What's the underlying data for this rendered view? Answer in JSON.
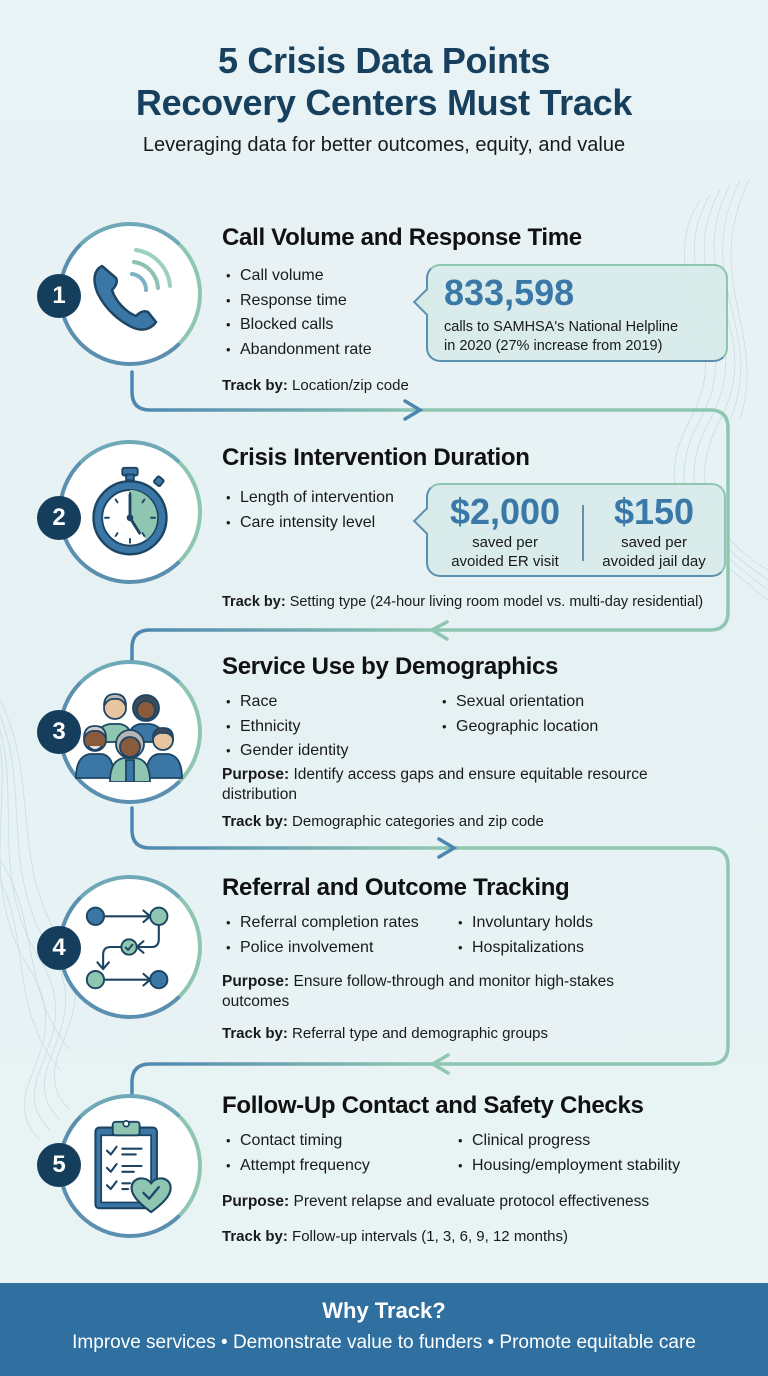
{
  "header": {
    "title_line1": "5 Crisis Data Points",
    "title_line2": "Recovery Centers Must Track",
    "subtitle": "Leveraging data for better outcomes, equity, and value"
  },
  "colors": {
    "navy": "#153d5c",
    "title": "#17405e",
    "blue": "#3a78a8",
    "teal": "#8fc6b1",
    "footer_bg": "#2f70a1",
    "background": "#e8f2f4"
  },
  "sections": [
    {
      "number": "1",
      "icon": "phone-icon",
      "title": "Call Volume and Response Time",
      "bullets": [
        "Call volume",
        "Response time",
        "Blocked calls",
        "Abandonment rate"
      ],
      "track_label": "Track by:",
      "track_value": " Location/zip code",
      "stat": {
        "value": "833,598",
        "caption_line1": "calls to SAMHSA's National Helpline",
        "caption_line2": "in 2020 (27% increase from 2019)"
      }
    },
    {
      "number": "2",
      "icon": "stopwatch-icon",
      "title": "Crisis Intervention Duration",
      "bullets": [
        "Length of intervention",
        "Care intensity level"
      ],
      "track_label": "Track by:",
      "track_value": " Setting type (24-hour living room model vs. multi-day residential)",
      "stats": [
        {
          "value": "$2,000",
          "caption_line1": "saved per",
          "caption_line2": "avoided ER visit"
        },
        {
          "value": "$150",
          "caption_line1": "saved per",
          "caption_line2": "avoided jail day"
        }
      ]
    },
    {
      "number": "3",
      "icon": "people-group-icon",
      "title": "Service Use by Demographics",
      "bullets_left": [
        "Race",
        "Ethnicity",
        "Gender identity"
      ],
      "bullets_right": [
        "Sexual orientation",
        "Geographic location"
      ],
      "purpose_label": "Purpose:",
      "purpose_value": " Identify access gaps and ensure equitable resource distribution",
      "track_label": "Track by:",
      "track_value": " Demographic categories and zip code"
    },
    {
      "number": "4",
      "icon": "referral-flow-icon",
      "title": "Referral and Outcome Tracking",
      "bullets_left": [
        "Referral completion rates",
        "Police involvement"
      ],
      "bullets_right": [
        "Involuntary holds",
        "Hospitalizations"
      ],
      "purpose_label": "Purpose:",
      "purpose_value": " Ensure follow-through and monitor high-stakes outcomes",
      "track_label": "Track by:",
      "track_value": " Referral type and demographic groups"
    },
    {
      "number": "5",
      "icon": "clipboard-heart-icon",
      "title": "Follow-Up Contact and Safety Checks",
      "bullets_left": [
        "Contact timing",
        "Attempt frequency"
      ],
      "bullets_right": [
        "Clinical progress",
        "Housing/employment stability"
      ],
      "purpose_label": "Purpose:",
      "purpose_value": " Prevent relapse and evaluate protocol effectiveness",
      "track_label": "Track by:",
      "track_value": " Follow-up intervals (1, 3, 6, 9, 12 months)"
    }
  ],
  "footer": {
    "title": "Why Track?",
    "subtitle": "Improve services • Demonstrate value to funders • Promote equitable care"
  }
}
